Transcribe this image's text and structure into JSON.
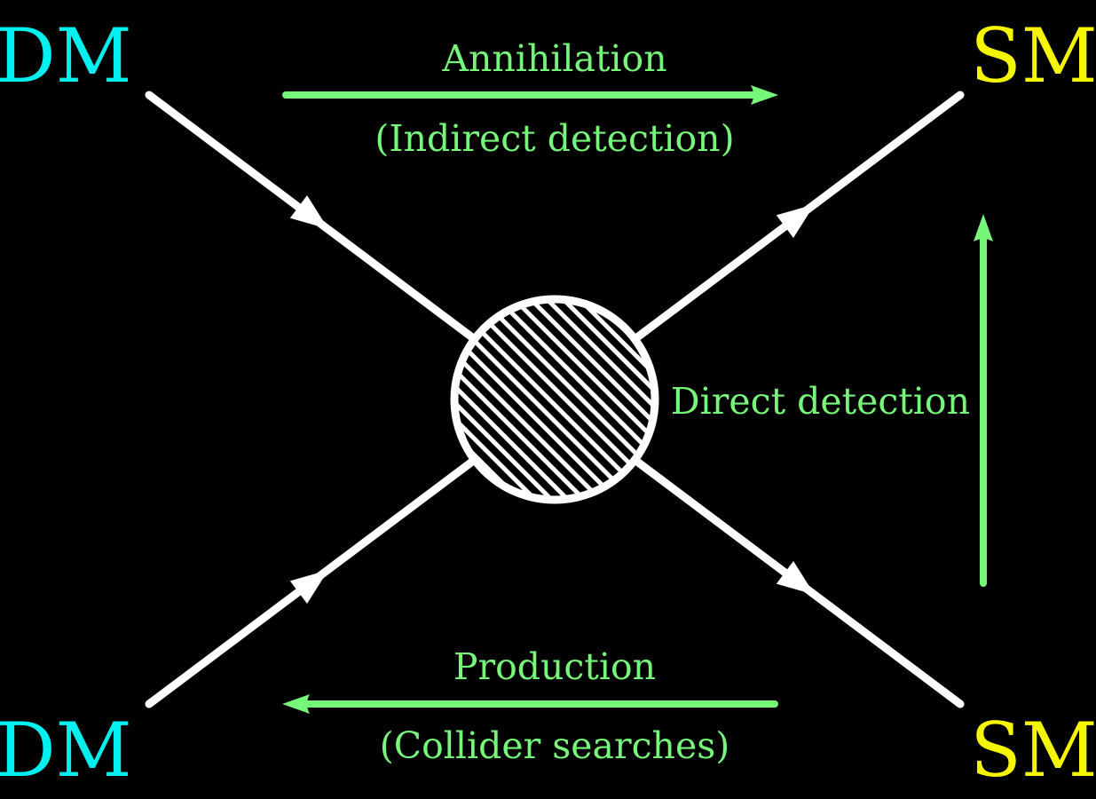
{
  "colors": {
    "background": "#000000",
    "dark_matter": "#00f0f0",
    "standard_model": "#f5f500",
    "process": "#77f77a",
    "line": "#ffffff"
  },
  "particles": {
    "dm_top_left": "DM",
    "dm_bottom_left": "DM",
    "sm_top_right": "SM",
    "sm_bottom_right": "SM"
  },
  "processes": {
    "annihilation": {
      "title": "Annihilation",
      "subtitle": "(Indirect detection)"
    },
    "direct": {
      "title": "Direct detection"
    },
    "production": {
      "title": "Production",
      "subtitle": "(Collider searches)"
    }
  },
  "vertex": {
    "fill": "hatched",
    "icon": "hatched-circle-icon"
  }
}
